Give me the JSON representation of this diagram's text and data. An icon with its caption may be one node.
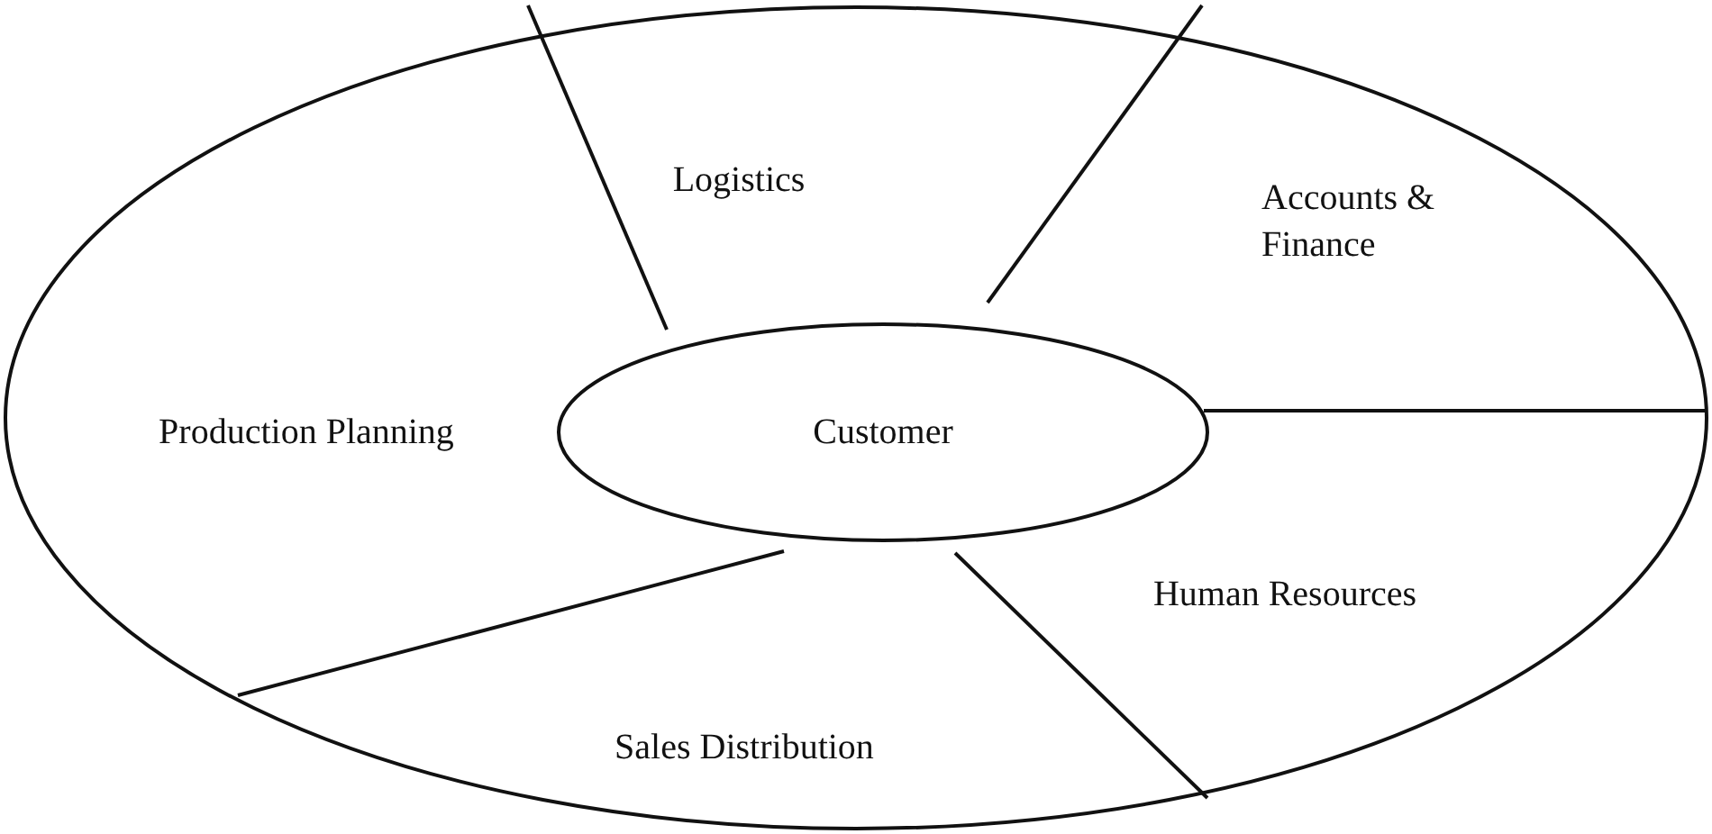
{
  "diagram": {
    "nodes": [
      {
        "text": [],
        "shape": "ellipse"
      },
      {
        "text": [
          "Logistics"
        ],
        "in": 0
      },
      {
        "text": [
          "Accounts & Finance"
        ],
        "in": 0
      },
      {
        "text": [
          "Production Planning"
        ],
        "in": 0
      },
      {
        "text": [
          "Customer"
        ],
        "in": 0
      },
      {
        "text": [
          "Human Resources"
        ],
        "in": 0
      },
      {
        "text": [
          "Sales Distribution"
        ],
        "in": 0
      }
    ]
  }
}
